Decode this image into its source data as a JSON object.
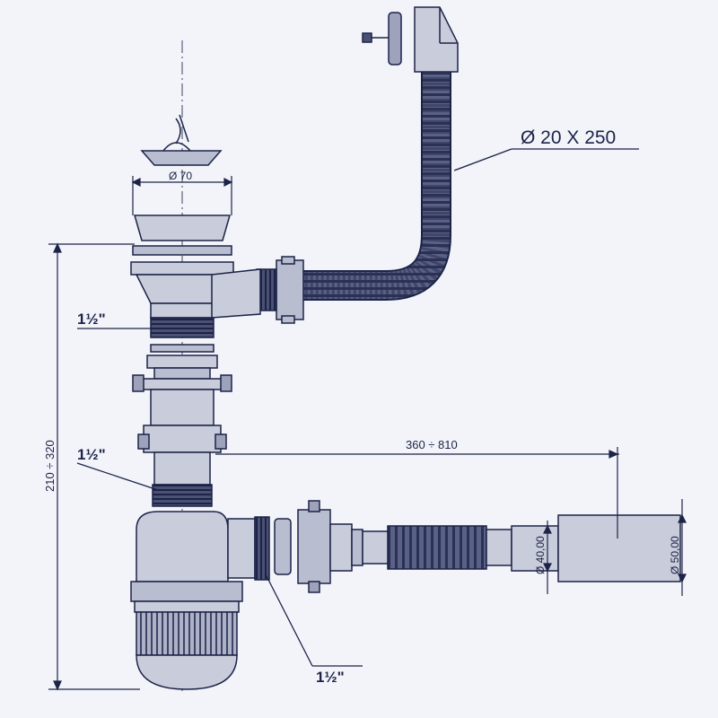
{
  "labels": {
    "flex_hose": "Ø 20 X 250",
    "drain_diameter": "Ø 70",
    "thread_upper": "1½\"",
    "thread_middle": "1½\"",
    "thread_lower": "1½\"",
    "height_range": "210 ÷ 320",
    "length_range": "360 ÷ 810",
    "outlet_inner": "Ø 40,00",
    "outlet_outer": "Ø 50,00"
  },
  "colors": {
    "ink": "#1c2347",
    "part_fill": "#c9ccda",
    "part_dark": "#4a5172",
    "background": "#f2f4fa"
  }
}
